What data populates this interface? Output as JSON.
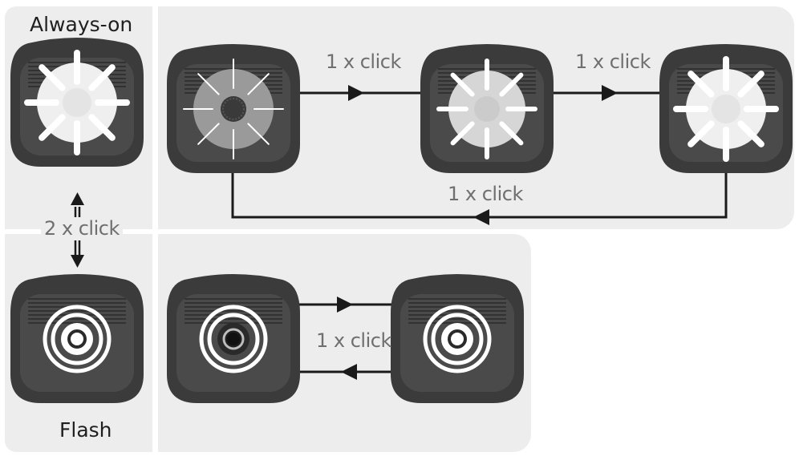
{
  "modes": {
    "always_on": {
      "title": "Always-on"
    },
    "flash": {
      "title": "Flash"
    }
  },
  "transitions": {
    "mode_switch": "2 x click",
    "always_on_step_1": "1 x click",
    "always_on_step_2": "1 x click",
    "always_on_return": "1 x click",
    "flash_toggle": "1 x click"
  },
  "colors": {
    "panel_bg": "#ededed",
    "device_body": "#3b3b3b",
    "device_face": "#4a4a4a",
    "ray": "#ffffff",
    "arrow": "#1a1a1a",
    "label_gray": "#6f6f6f"
  },
  "icons": {
    "ray_light": "sunburst-light-icon",
    "ring_light": "concentric-rings-icon",
    "arrow": "arrow-icon"
  }
}
